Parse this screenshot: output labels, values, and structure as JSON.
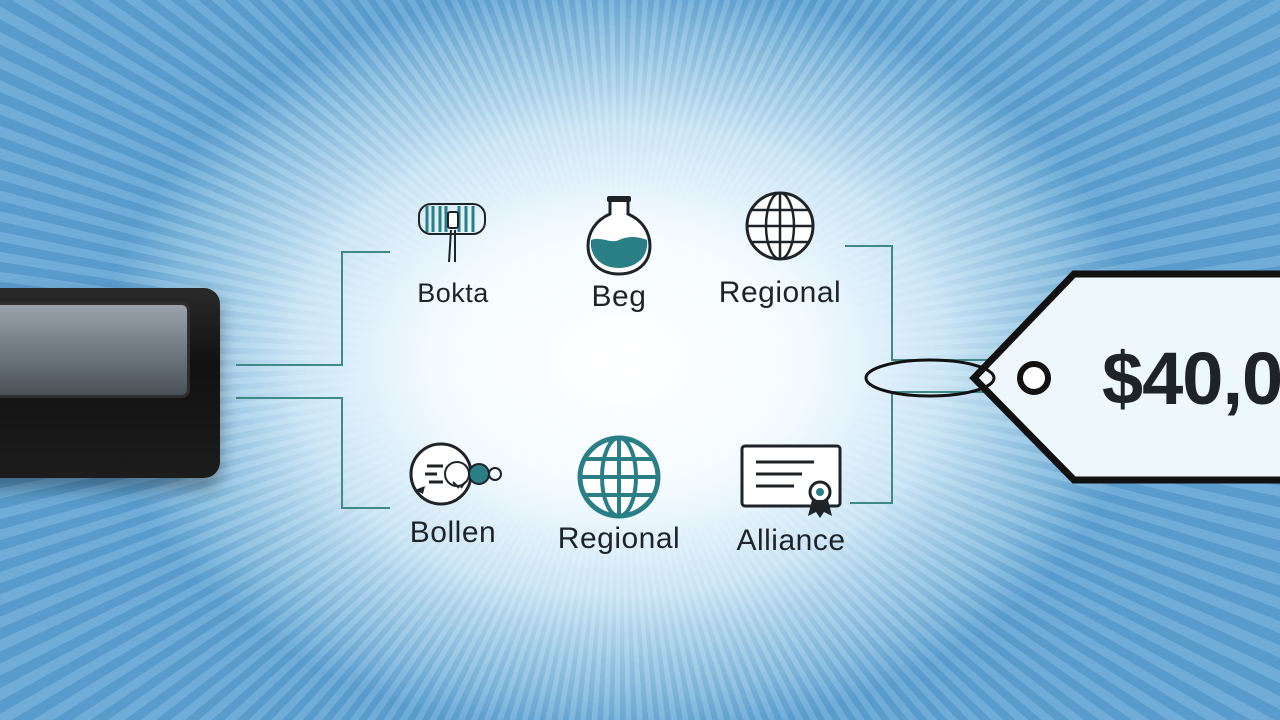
{
  "nodes_top": [
    {
      "label": "Bokta",
      "icon": "barcode-icon"
    },
    {
      "label": "Beg",
      "icon": "flask-icon"
    },
    {
      "label": "Regional",
      "icon": "globe-icon"
    }
  ],
  "nodes_bottom": [
    {
      "label": "Bollen",
      "icon": "chat-circle-icon"
    },
    {
      "label": "Regional",
      "icon": "globe-icon"
    },
    {
      "label": "Alliance",
      "icon": "certificate-icon"
    }
  ],
  "price_tag": {
    "text": "$40,0"
  },
  "colors": {
    "teal": "#2a7f86",
    "line": "#3f8a86",
    "dark": "#1e2328"
  }
}
